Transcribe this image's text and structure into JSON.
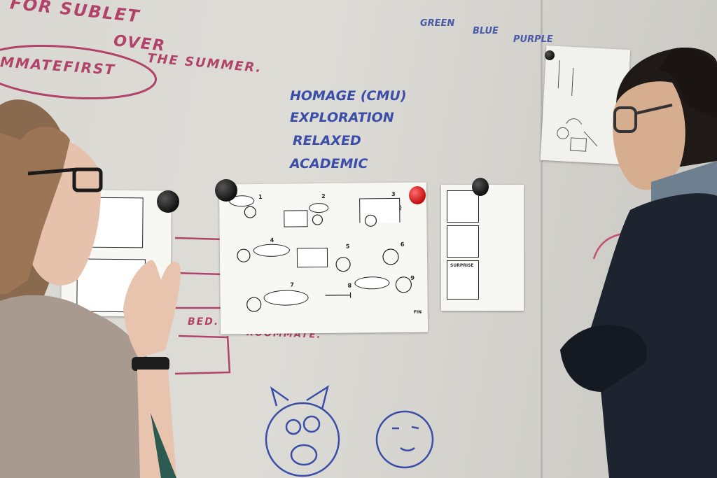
{
  "whiteboard": {
    "red_notes": {
      "line1": "FOR SUBLET",
      "line2": "OVER",
      "line3": "THE SUMMER.",
      "circled_word": "MMATEFIRST",
      "bed_note": "BED.",
      "roommate_note": "ROOMMATE."
    },
    "color_words": [
      "GREEN",
      "BLUE",
      "PURPLE"
    ],
    "keywords": [
      "HOMAGE (CMU)",
      "EXPLORATION",
      "RELAXED",
      "ACADEMIC"
    ]
  },
  "storyboard": {
    "panel_numbers": [
      "1",
      "2",
      "3",
      "4",
      "5",
      "6",
      "7",
      "8",
      "9"
    ],
    "ending": "FIN",
    "surprise_label": "SURPRISE"
  },
  "colors": {
    "wall": "#d9d8d3",
    "red_marker": "#b1426a",
    "blue_marker": "#3a4ea8",
    "sweater": "#a99a90",
    "jacket": "#1d2430"
  }
}
